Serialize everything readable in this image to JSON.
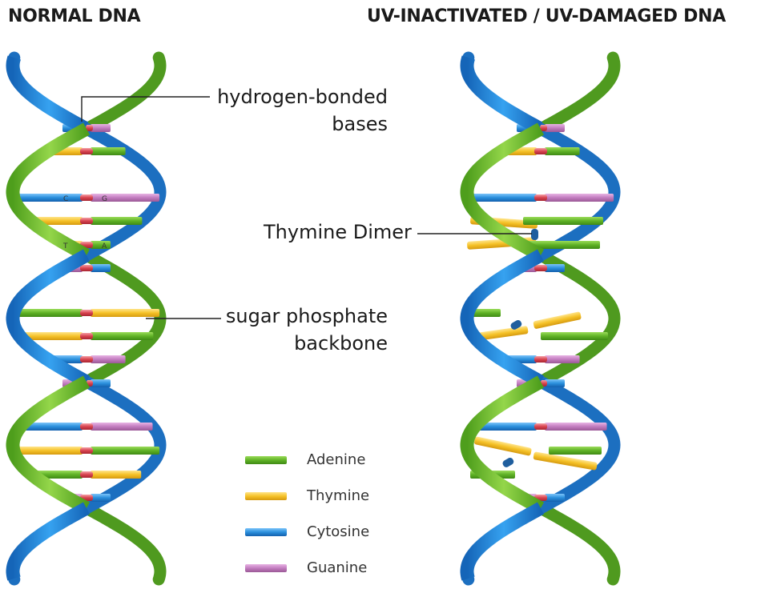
{
  "headings": {
    "normal": "NORMAL DNA",
    "damaged": "UV-INACTIVATED / UV-DAMAGED DNA"
  },
  "annotations": {
    "hbond_line1": "hydrogen-bonded",
    "hbond_line2": "bases",
    "dimer": "Thymine Dimer",
    "backbone_line1": "sugar phosphate",
    "backbone_line2": "backbone"
  },
  "base_letters": [
    "C",
    "G",
    "T",
    "A"
  ],
  "legend": [
    {
      "name": "Adenine",
      "color": "#6cbf2e"
    },
    {
      "name": "Thymine",
      "color": "#f5c531"
    },
    {
      "name": "Cytosine",
      "color": "#2d8fe0"
    },
    {
      "name": "Guanine",
      "color": "#c97cc4"
    }
  ],
  "colors": {
    "blue_strand": "#2a8fdc",
    "green_strand": "#7dc63a",
    "bond": "#d9434f",
    "dimer_link": "#1f5e9e"
  }
}
